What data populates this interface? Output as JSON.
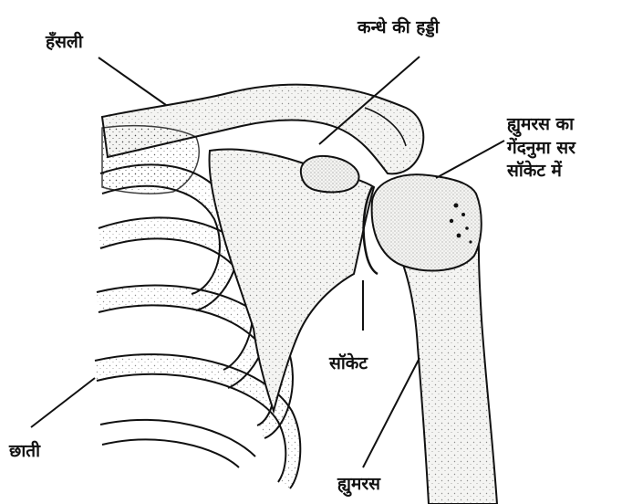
{
  "labels": {
    "clavicle": "हँसली",
    "scapula": "कन्धे की हड्डी",
    "humeral_head_line1": "ह्युमरस का",
    "humeral_head_line2": "गेंदनुमा सर",
    "humeral_head_line3": "सॉकेट में",
    "socket": "सॉकेट",
    "chest": "छाती",
    "humerus": "ह्युमरस"
  },
  "colors": {
    "ink": "#111111",
    "bone_fill": "#f4f4f2",
    "stipple": "#3a3a3a",
    "background": "#ffffff"
  }
}
